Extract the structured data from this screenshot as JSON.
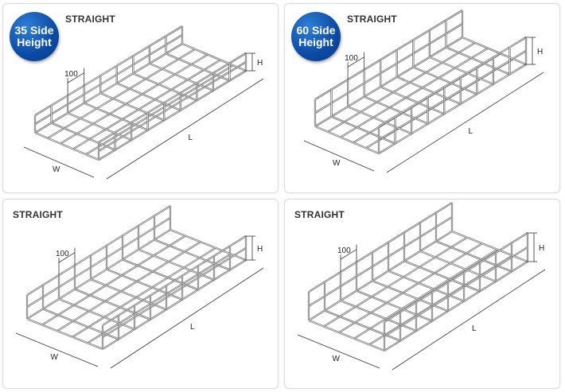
{
  "cards": [
    {
      "title": "STRAIGHT",
      "badge": "35 Side Height",
      "dims": {
        "pitch": "100",
        "height": "H",
        "length": "L",
        "width": "W"
      }
    },
    {
      "title": "STRAIGHT",
      "badge": "60 Side Height",
      "dims": {
        "pitch": "100",
        "height": "H",
        "length": "L",
        "width": "W"
      }
    },
    {
      "title": "STRAIGHT",
      "dims": {
        "pitch": "100",
        "height": "H",
        "length": "L",
        "width": "W"
      }
    },
    {
      "title": "STRAIGHT",
      "dims": {
        "pitch": "100",
        "height": "H",
        "length": "L",
        "width": "W"
      }
    }
  ]
}
